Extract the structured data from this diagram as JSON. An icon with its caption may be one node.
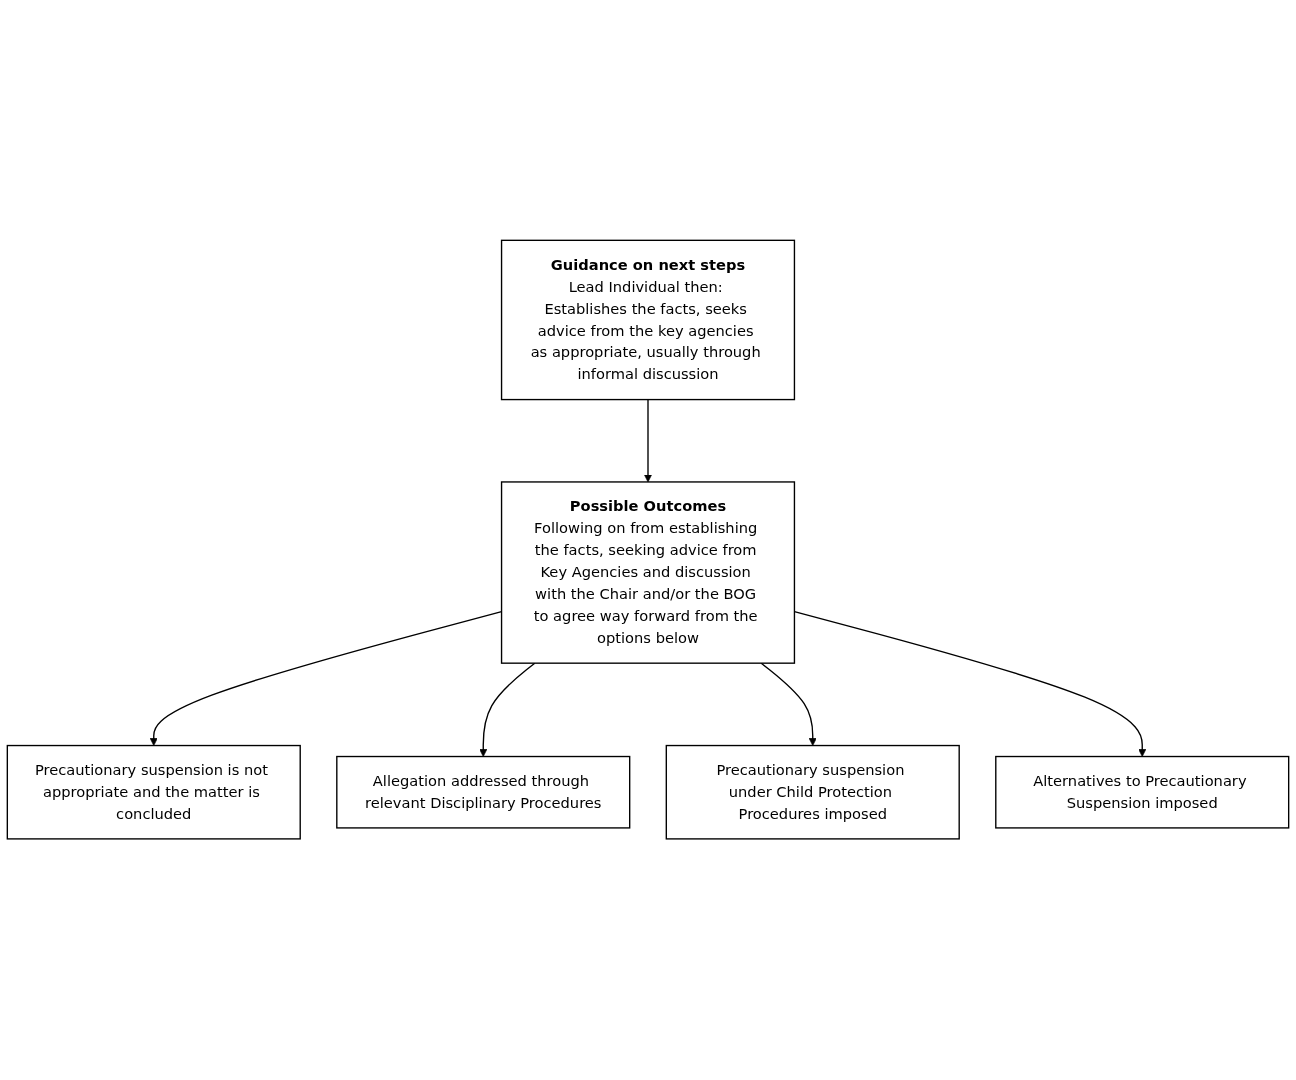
{
  "diagram": {
    "nodes": [
      {
        "text": [
          "Guidance on next steps",
          "Lead Individual then: Establishes the facts, seeks advice from the key agencies as appropriate, usually through informal discussion"
        ]
      },
      {
        "text": [
          "Possible Outcomes",
          "Following on from establishing the facts, seeking advice from Key Agencies and discussion with the Chair and/or the BOG to agree way forward from the options below"
        ]
      },
      {
        "text": [
          "Precautionary suspension is not appropriate and the matter is concluded"
        ]
      },
      {
        "text": [
          "Allegation addressed through relevant Disciplinary Procedures"
        ]
      },
      {
        "text": [
          "Precautionary suspension under Child Protection Procedures imposed"
        ]
      },
      {
        "text": [
          "Alternatives to Precautionary Suspension imposed"
        ]
      }
    ],
    "edges": [
      {
        "from": 0,
        "to": 1,
        "arrow": "to"
      },
      {
        "from": 1,
        "to": 2,
        "arrow": "to"
      },
      {
        "from": 1,
        "to": 3,
        "arrow": "to"
      },
      {
        "from": 1,
        "to": 4,
        "arrow": "to"
      },
      {
        "from": 1,
        "to": 5,
        "arrow": "to"
      }
    ]
  }
}
